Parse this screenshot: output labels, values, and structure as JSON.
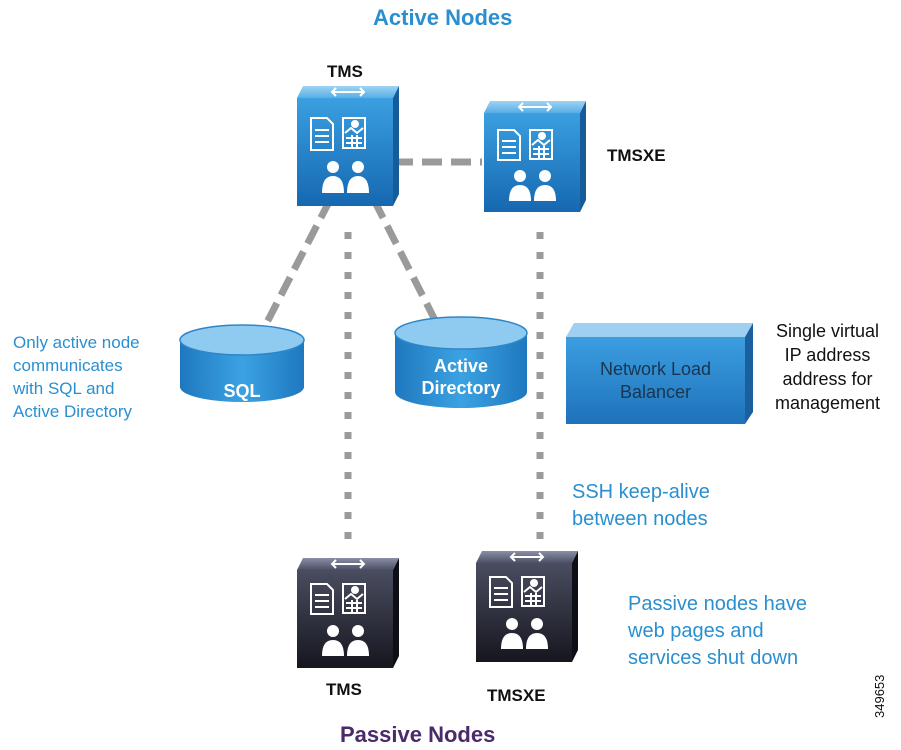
{
  "title_active": "Active Nodes",
  "title_passive": "Passive Nodes",
  "nodes": {
    "tms_active": "TMS",
    "tmsxe_active": "TMSXE",
    "tms_passive": "TMS",
    "tmsxe_passive": "TMSXE"
  },
  "databases": {
    "sql": "SQL",
    "ad_line1": "Active",
    "ad_line2": "Directory"
  },
  "load_balancer": {
    "line1": "Network Load",
    "line2": "Balancer"
  },
  "notes": {
    "sql_ad": [
      "Only active node",
      "communicates",
      "with SQL and",
      "Active Directory"
    ],
    "vip": [
      "Single virtual",
      "IP address",
      "address for",
      "management"
    ],
    "ssh": [
      "SSH keep-alive",
      "between nodes"
    ],
    "passive": [
      "Passive nodes have",
      "web pages and",
      "services shut down"
    ]
  },
  "figure_id": "349653",
  "colors": {
    "active_blue": "#2a8fd0",
    "passive_purple": "#4b2a6b",
    "server_active": "#1f7fc9",
    "server_passive": "#2a2c3a",
    "connector_gray": "#9a9a9a"
  }
}
